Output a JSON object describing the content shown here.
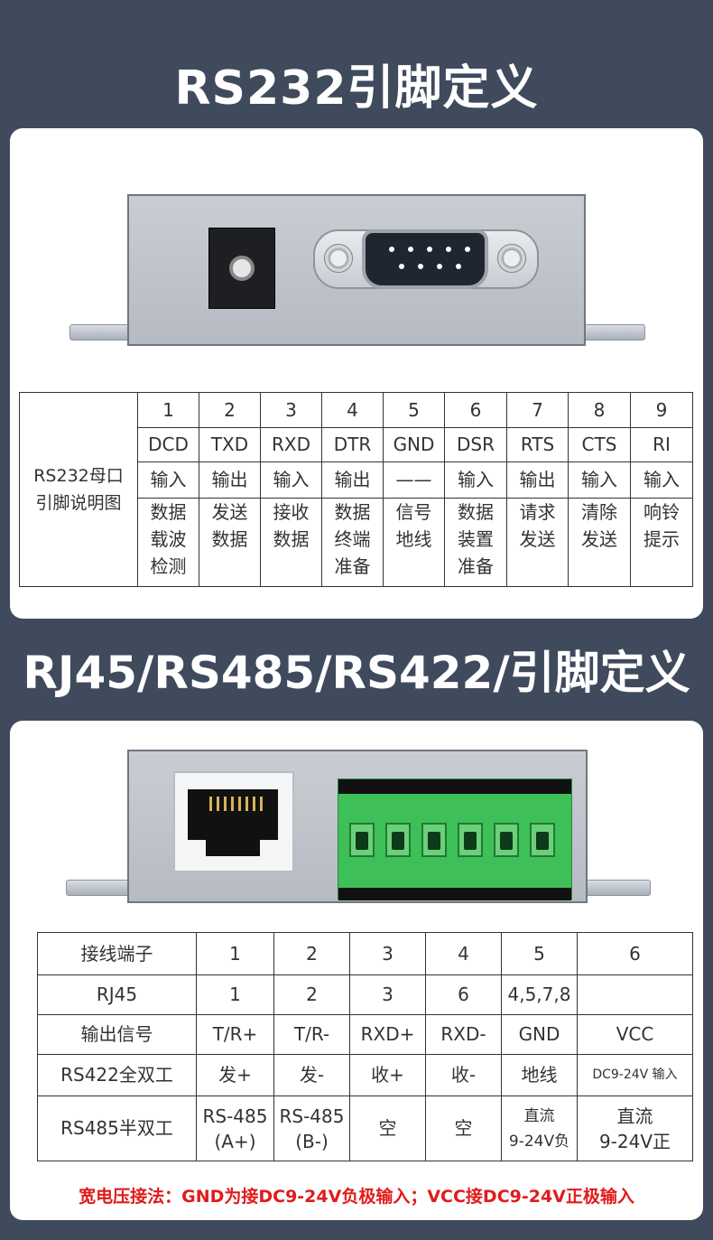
{
  "title1": "RS232引脚定义",
  "title2": "RJ45/RS485/RS422/引脚定义",
  "note": "宽电压接法：GND为接DC9-24V负极输入；VCC接DC9-24V正极输入",
  "rs232": {
    "row_header": "RS232母口\n引脚说明图",
    "pins": [
      "1",
      "2",
      "3",
      "4",
      "5",
      "6",
      "7",
      "8",
      "9"
    ],
    "signals": [
      "DCD",
      "TXD",
      "RXD",
      "DTR",
      "GND",
      "DSR",
      "RTS",
      "CTS",
      "RI"
    ],
    "directions": [
      "输入",
      "输出",
      "输入",
      "输出",
      "——",
      "输入",
      "输出",
      "输入",
      "输入"
    ],
    "descriptions": [
      "数据\n载波\n检测",
      "发送\n数据",
      "接收\n数据",
      "数据\n终端\n准备",
      "信号\n地线",
      "数据\n装置\n准备",
      "请求\n发送",
      "清除\n发送",
      "响铃\n提示"
    ]
  },
  "rj45_table": {
    "rows": [
      {
        "label": "接线端子",
        "cells": [
          "1",
          "2",
          "3",
          "4",
          "5",
          "6"
        ]
      },
      {
        "label": "RJ45",
        "cells": [
          "1",
          "2",
          "3",
          "6",
          "4,5,7,8",
          ""
        ]
      },
      {
        "label": "输出信号",
        "cells": [
          "T/R+",
          "T/R-",
          "RXD+",
          "RXD-",
          "GND",
          "VCC"
        ]
      },
      {
        "label": "RS422全双工",
        "cells": [
          "发+",
          "发-",
          "收+",
          "收-",
          "地线",
          "DC9-24V 输入"
        ]
      },
      {
        "label": "RS485半双工",
        "cells": [
          "RS-485\n(A+)",
          "RS-485\n(B-)",
          "空",
          "空",
          "直流\n9-24V负",
          "直流\n9-24V正"
        ]
      }
    ]
  },
  "colors": {
    "background": "#3f4a5c",
    "note_red": "#e11b1b",
    "terminal_green": "#3fbf57"
  }
}
